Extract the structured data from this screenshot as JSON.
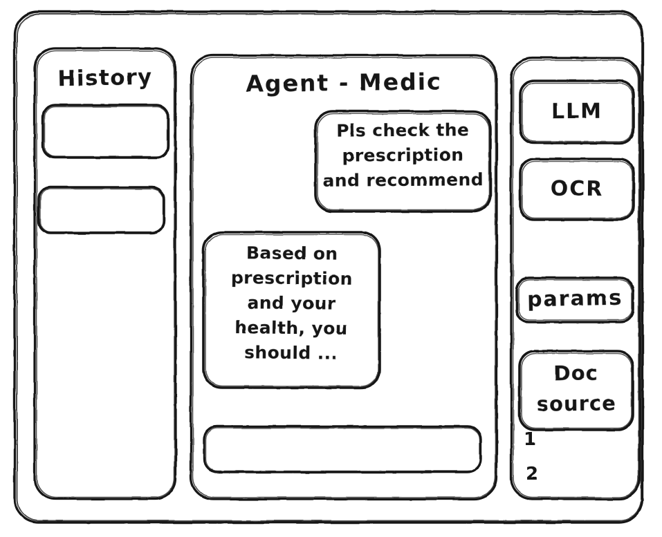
{
  "window": {
    "frame_label": "app-window"
  },
  "history_panel": {
    "title": "History",
    "items": [
      {
        "label": ""
      },
      {
        "label": ""
      }
    ]
  },
  "main_panel": {
    "title": "Agent - Medic",
    "messages": [
      {
        "role": "user",
        "align": "right",
        "lines": [
          "Pls check the",
          "prescription",
          "and recommend"
        ],
        "text": "Pls check the prescription and recommend"
      },
      {
        "role": "assistant",
        "align": "left",
        "lines": [
          "Based on",
          "prescription",
          "and your",
          "health, you",
          "should ..."
        ],
        "text": "Based on prescription and your health, you should ..."
      }
    ],
    "composer": {
      "value": "",
      "placeholder": ""
    }
  },
  "tools_panel": {
    "buttons": [
      {
        "label": "LLM"
      },
      {
        "label": "OCR"
      },
      {
        "label": "params"
      }
    ],
    "doc_source": {
      "lines": [
        "Doc",
        "source"
      ],
      "label": "Doc source",
      "items": [
        "1",
        "2"
      ]
    }
  },
  "colors": {
    "ink": "#161616",
    "paper": "#ffffff"
  }
}
